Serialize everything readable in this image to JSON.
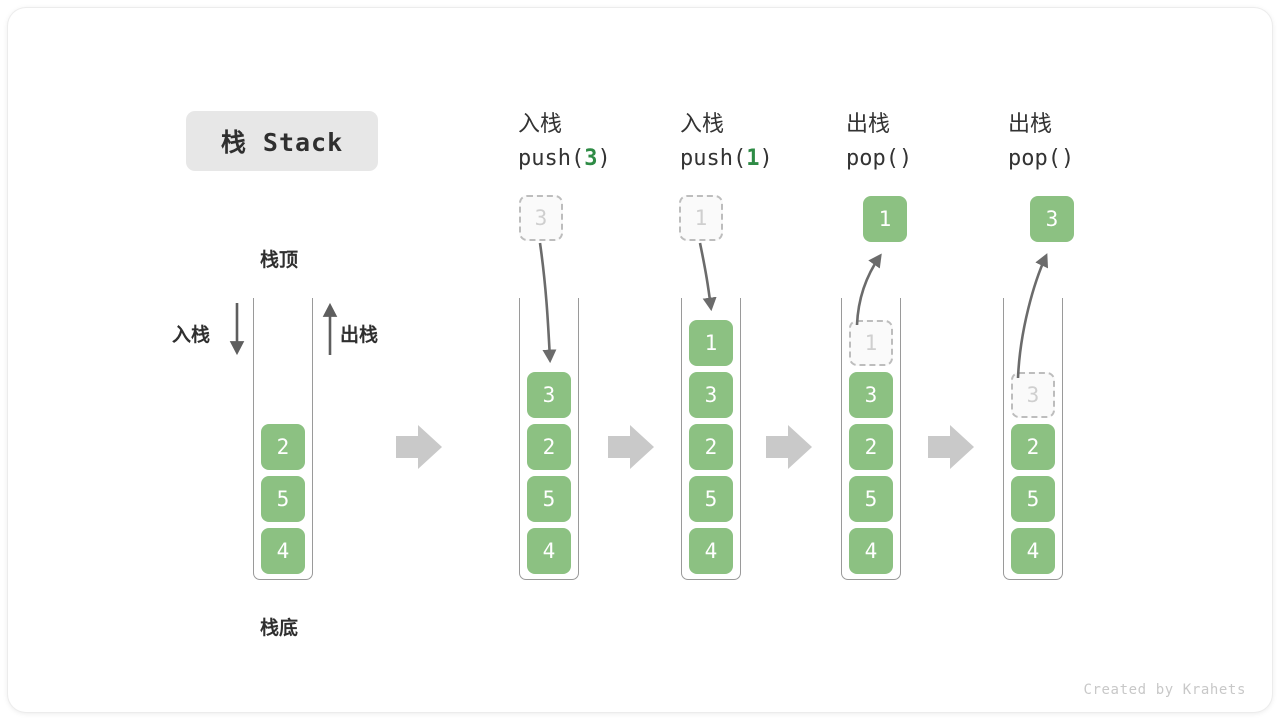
{
  "title": {
    "badge": "栈 Stack"
  },
  "credit": "Created by Krahets",
  "colors": {
    "cell_fill": "#8cc182",
    "cell_text": "#ffffff",
    "ghost_fill": "#fafafa",
    "ghost_border": "#bdbdbd",
    "ghost_text": "#cfcfcf",
    "container_border": "#9a9a9a",
    "block_arrow": "#c9c9c9",
    "curve_arrow": "#6b6b6b",
    "accent_green_text": "#2e8b45",
    "badge_bg": "#e7e7e7",
    "label_text": "#333333"
  },
  "legend": {
    "top_label": "栈顶",
    "bottom_label": "栈底",
    "push_label": "入栈",
    "pop_label": "出栈"
  },
  "columns": [
    {
      "id": "initial",
      "header_cn": "",
      "header_code_prefix": "",
      "header_code_arg": "",
      "header_code_suffix": "",
      "cells": [
        "2",
        "5",
        "4"
      ],
      "ghost_incoming": null,
      "ghost_in_stack": null,
      "popped": null
    },
    {
      "id": "push-3",
      "header_cn": "入栈",
      "header_code_prefix": "push(",
      "header_code_arg": "3",
      "header_code_suffix": ")",
      "cells": [
        "3",
        "2",
        "5",
        "4"
      ],
      "ghost_incoming": "3",
      "ghost_in_stack": null,
      "popped": null
    },
    {
      "id": "push-1",
      "header_cn": "入栈",
      "header_code_prefix": "push(",
      "header_code_arg": "1",
      "header_code_suffix": ")",
      "cells": [
        "1",
        "3",
        "2",
        "5",
        "4"
      ],
      "ghost_incoming": "1",
      "ghost_in_stack": null,
      "popped": null
    },
    {
      "id": "pop-1",
      "header_cn": "出栈",
      "header_code_prefix": "pop(",
      "header_code_arg": "",
      "header_code_suffix": ")",
      "cells": [
        "3",
        "2",
        "5",
        "4"
      ],
      "ghost_incoming": null,
      "ghost_in_stack": "1",
      "popped": "1"
    },
    {
      "id": "pop-3",
      "header_cn": "出栈",
      "header_code_prefix": "pop(",
      "header_code_arg": "",
      "header_code_suffix": ")",
      "cells": [
        "2",
        "5",
        "4"
      ],
      "ghost_incoming": null,
      "ghost_in_stack": "3",
      "popped": "3"
    }
  ]
}
